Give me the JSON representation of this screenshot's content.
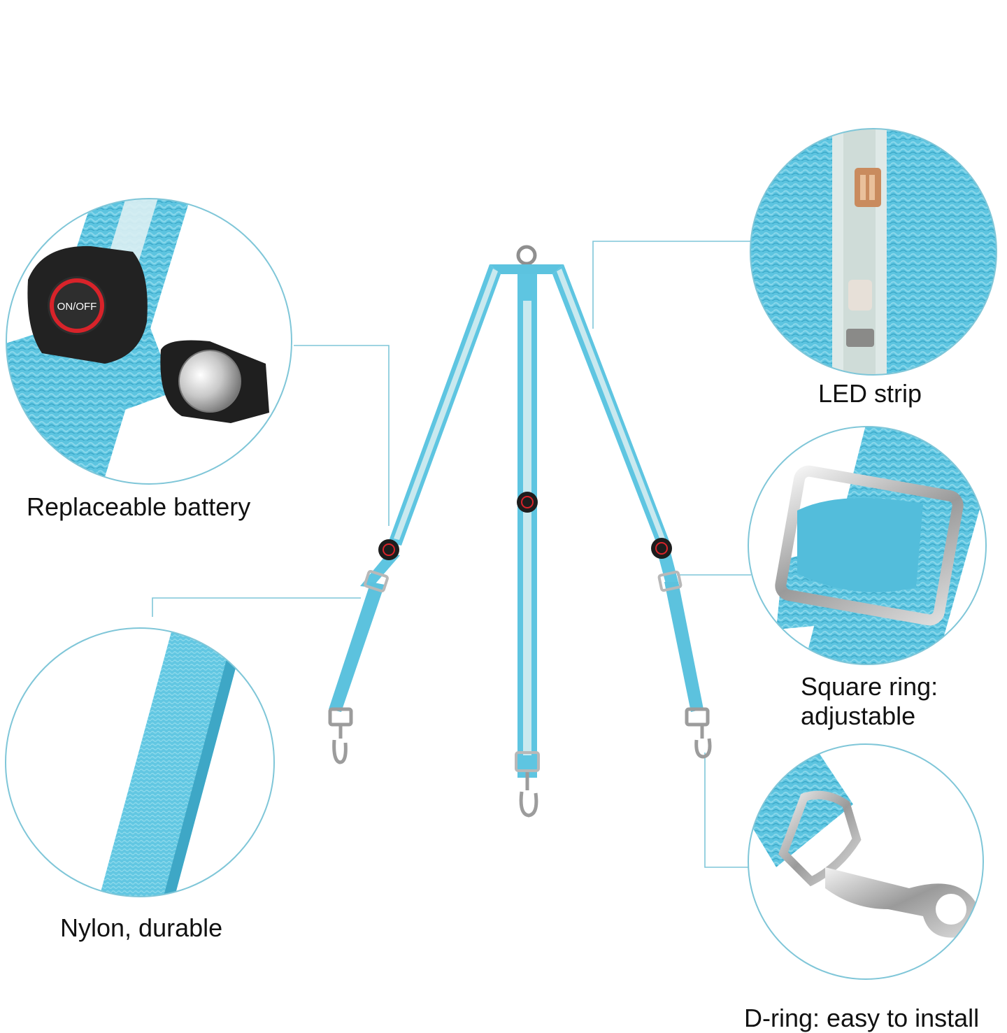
{
  "captions": {
    "battery": "Replaceable battery",
    "nylon": "Nylon, durable",
    "led": "LED strip",
    "square_line1": "Square ring:",
    "square_line2": "adjustable",
    "dring": "D-ring: easy to install"
  },
  "button_label": "ON/OFF",
  "colors": {
    "nylon": "#5fc3df",
    "nylon_dark": "#3fa6c6",
    "accent_red": "#d8232a",
    "callout_line": "#7fc6d8"
  }
}
